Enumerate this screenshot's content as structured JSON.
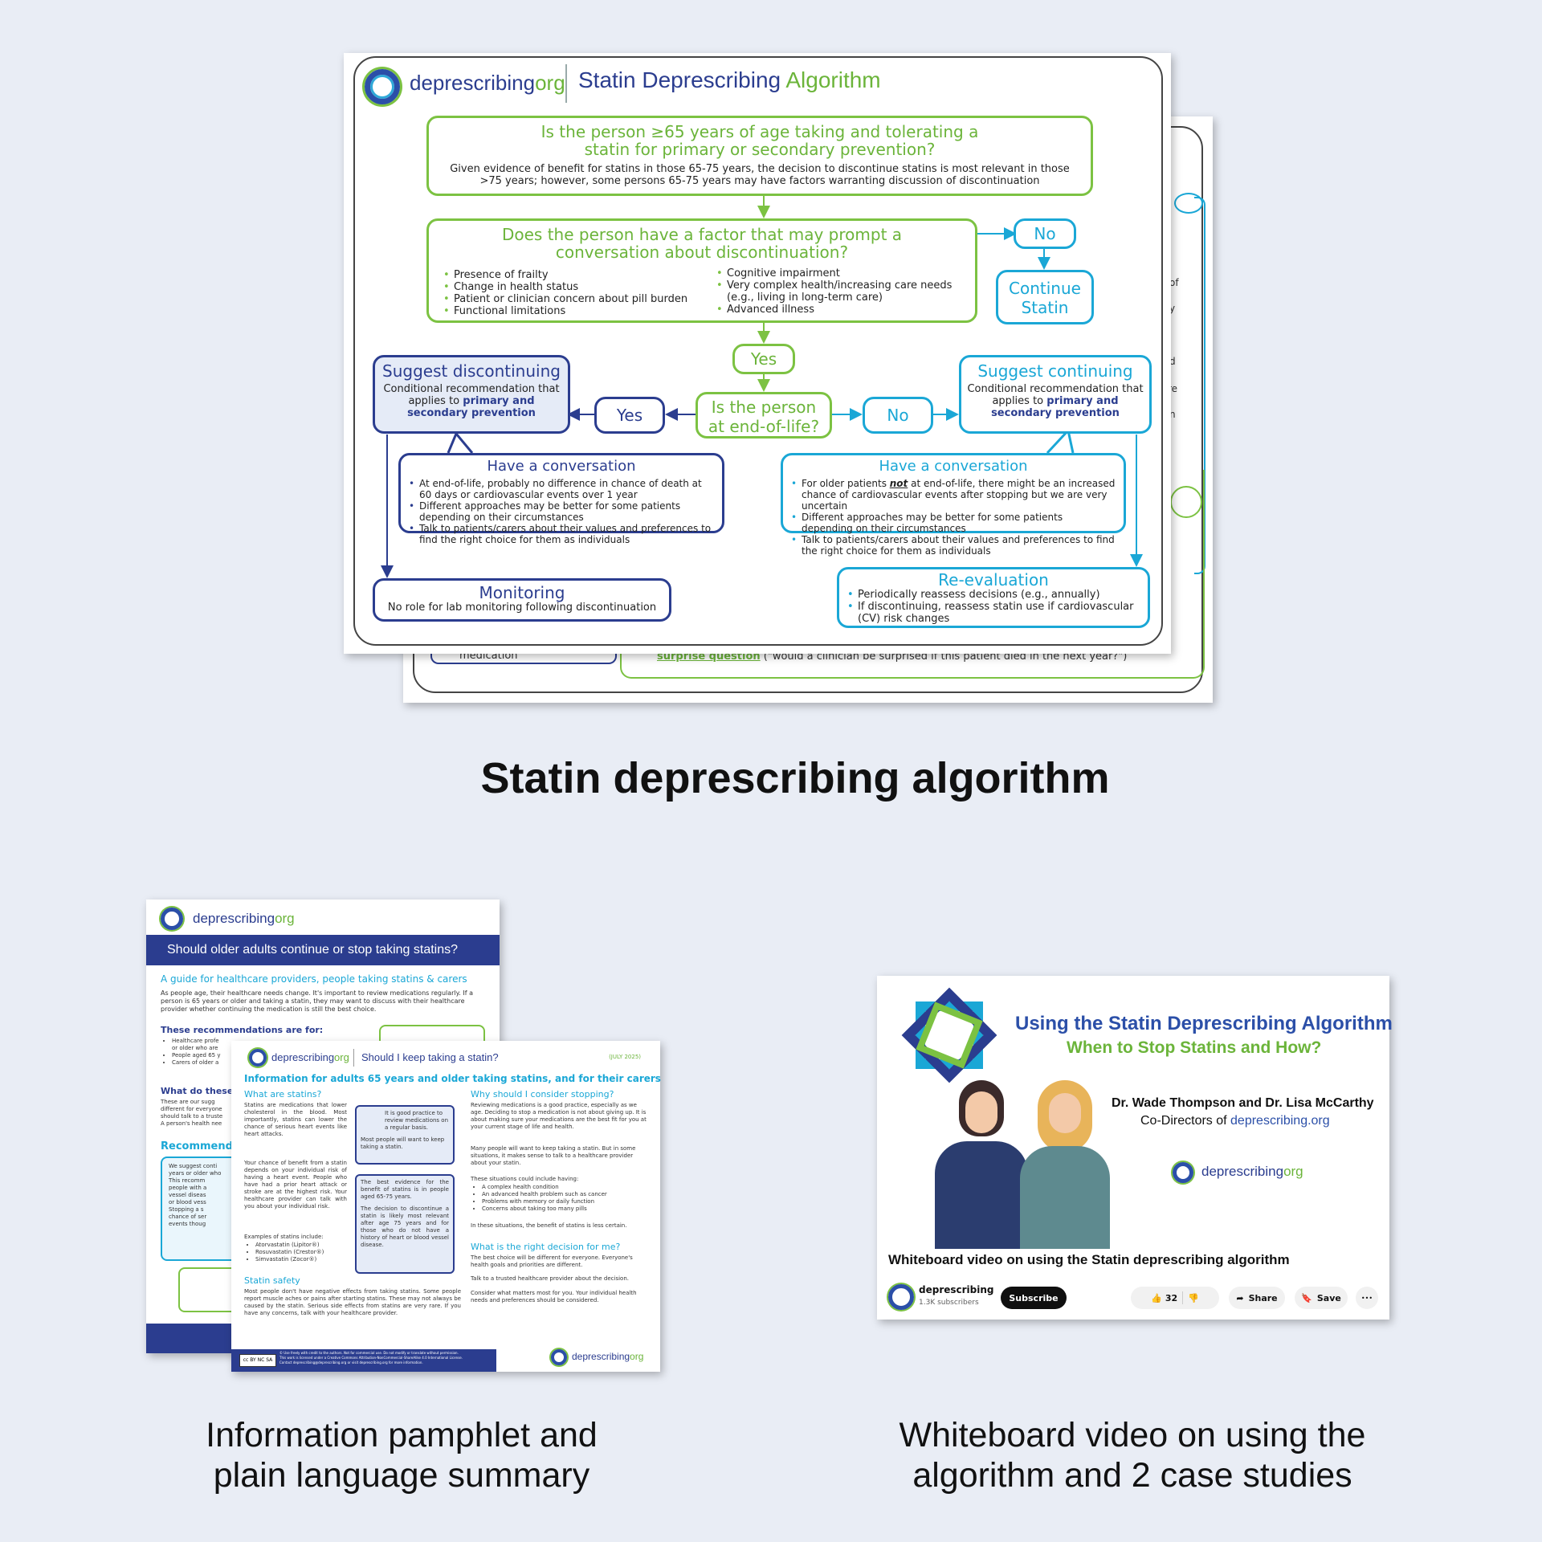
{
  "algorithm": {
    "brand": "deprescribing",
    "brand_org": "org",
    "title_main": "Statin Deprescribing ",
    "title_accent": "Algorithm",
    "q1_title": "Is the person ≥65 years of age taking and tolerating a statin for primary or secondary prevention?",
    "q1_note": "Given evidence of benefit for statins in those 65-75 years, the decision to discontinue statins is most relevant in those >75 years; however, some persons 65-75 years may have factors warranting discussion of discontinuation",
    "q2_title": "Does the person have a factor that may prompt a conversation about discontinuation?",
    "q2_col1": [
      "Presence of frailty",
      "Change in health status",
      "Patient or clinician concern about pill burden",
      "Functional limitations"
    ],
    "q2_col2": [
      "Cognitive impairment",
      "Very complex health/increasing care needs (e.g., living in long-term care)",
      "Advanced illness"
    ],
    "no_label": "No",
    "continue_label": "Continue Statin",
    "yes_label": "Yes",
    "q3_title": "Is the person at end-of-life?",
    "suggest_disc_title": "Suggest discontinuing",
    "suggest_disc_text": "Conditional recommendation that applies to",
    "suggest_disc_bold": "primary and secondary prevention",
    "suggest_cont_title": "Suggest continuing",
    "suggest_cont_text": "Conditional recommendation that applies to",
    "suggest_cont_bold": "primary and secondary prevention",
    "conv_left_title": "Have a conversation",
    "conv_left_items": [
      "At end-of-life, probably no difference in chance of death at 60 days or cardiovascular events over 1 year",
      "Different approaches may be better for some patients depending on their circumstances",
      "Talk to patients/carers about their values and preferences to find the right choice for them as individuals"
    ],
    "conv_right_title": "Have a conversation",
    "conv_right_pre": "For older patients ",
    "conv_right_not": "not",
    "conv_right_post": " at end-of-life, there might be an increased chance of cardiovascular events after stopping but we are very uncertain",
    "conv_right_items": [
      "Different approaches may be better for some patients depending on their circumstances",
      "Talk to patients/carers about their values and preferences to find the right choice for them as individuals"
    ],
    "monitoring_title": "Monitoring",
    "monitoring_text": "No role for lab monitoring following discontinuation",
    "reeval_title": "Re-evaluation",
    "reeval_items": [
      "Periodically reassess decisions (e.g., annually)",
      "If discontinuing, reassess statin use if cardiovascular (CV) risk changes"
    ],
    "back_medication": "medication",
    "back_surprise_link": "surprise question",
    "back_surprise_text": " (\"would a clinician be surprised if this patient died in the next year?\")",
    "back_frag_of": "of",
    "back_frag_d": "d",
    "back_frag_re": "re",
    "back_frag_n": "n",
    "back_frag_y": "y"
  },
  "captions": {
    "algorithm": "Statin deprescribing algorithm",
    "pamphlet": "Information pamphlet and plain language summary",
    "video": "Whiteboard video on using the algorithm and 2 case studies"
  },
  "pamphlet_back": {
    "brand": "deprescribing",
    "brand_org": "org",
    "banner": "Should older adults continue or stop taking statins?",
    "guide": "A guide for healthcare providers, people taking statins & carers",
    "intro": "As people age, their healthcare needs change. It's important to review medications regularly. If a person is 65 years or older and taking a statin, they may want to discuss with their healthcare provider whether continuing the medication is still the best choice.",
    "for_heading": "These recommendations are for:",
    "for_items": [
      "Healthcare profe",
      "or older who are",
      "People aged 65 y",
      "Carers of older a"
    ],
    "what_heading": "What do these",
    "what_text": [
      "These are our sugg",
      "different for everyone",
      "should talk to a truste",
      "A person's health nee"
    ],
    "recommend_heading": "Recommend",
    "rec_lines": [
      "We suggest conti",
      "years or older who",
      "This recomm",
      "people with a",
      "vessel diseas",
      "or blood vess",
      "Stopping a s",
      "chance of ser",
      "events thoug"
    ]
  },
  "pamphlet_front": {
    "brand": "deprescribing",
    "brand_org": "org",
    "title": "Should I keep taking a statin?",
    "date": "(JULY 2025)",
    "headline": "Information for adults 65 years and older taking statins, and for their carers",
    "what_heading": "What are statins?",
    "what_text": "Statins are medications that lower cholesterol in the blood. Most importantly, statins can lower the chance of serious heart events like heart attacks.",
    "chance_text": "Your chance of benefit from a statin depends on your individual risk of having a heart event. People who have had a prior heart attack or stroke are at the highest risk. Your healthcare provider can talk with you about your individual risk.",
    "examples_heading": "Examples of statins include:",
    "examples": [
      "Atorvastatin (Lipitor®)",
      "Rosuvastatin (Crestor®)",
      "Simvastatin (Zocor®)"
    ],
    "safety_heading": "Statin safety",
    "safety_text": "Most people don't have negative effects from taking statins. Some people report muscle aches or pains after starting statins. These may not always be caused by the statin. Serious side effects from statins are very rare. If you have any concerns, talk with your healthcare provider.",
    "tip1": "It is good practice to review medications on a regular basis.",
    "tip1b": "Most people will want to keep taking a statin.",
    "tip2": "The best evidence for the benefit of statins is in people aged 65-75 years.",
    "tip2b": "The decision to discontinue a statin is likely most relevant after age 75 years and for those who do not have a history of heart or blood vessel disease.",
    "why_heading": "Why should I consider stopping?",
    "why_text": "Reviewing medications is a good practice, especially as we age. Deciding to stop a medication is not about giving up. It is about making sure your medications are the best fit for you at your current stage of life and health.",
    "many_text": "Many people will want to keep taking a statin. But in some situations, it makes sense to talk to a healthcare provider about your statin.",
    "situations_heading": "These situations could include having:",
    "situations": [
      "A complex health condition",
      "An advanced health problem such as cancer",
      "Problems with memory or daily function",
      "Concerns about taking too many pills"
    ],
    "less_certain": "In these situations, the benefit of statins is less certain.",
    "right_heading": "What is the right decision for me?",
    "right_text": "The best choice will be different for everyone. Everyone's health goals and priorities are different.",
    "talk_text": "Talk to a trusted healthcare provider about the decision.",
    "consider_text": "Consider what matters most for you. Your individual health needs and preferences should be considered.",
    "footer_line1": "© Use freely with credit to the authors. Not for commercial use. Do not modify or translate without permission.",
    "footer_line2": "This work is licensed under a Creative Commons Attribution-NonCommercial-ShareAlike 4.0 International License.",
    "footer_line3": "Contact deprescribing@deprescribing.org or visit deprescribing.org for more information.",
    "cc_badge": "cc BY NC SA"
  },
  "video": {
    "title_line1": "Using the Statin Deprescribing Algorithm",
    "title_line2": "When to Stop Statins and How?",
    "authors": "Dr. Wade Thompson and Dr. Lisa McCarthy",
    "codirectors_pre": "Co-Directors of ",
    "codirectors_link": "deprescribing.org",
    "brand": "deprescribing",
    "brand_org": "org",
    "video_title": "Whiteboard video on using the Statin deprescribing algorithm",
    "channel": "deprescribing",
    "subscribers": "1.3K subscribers",
    "subscribe": "Subscribe",
    "likes": "32",
    "share": "Share",
    "save": "Save",
    "more": "•••"
  }
}
